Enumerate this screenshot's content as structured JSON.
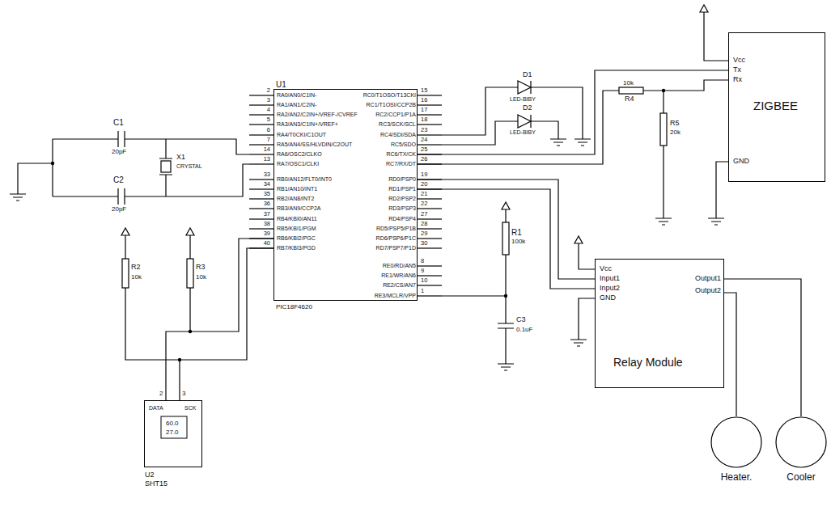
{
  "diagram": {
    "nodes": [
      {
        "text": [
          "U1",
          "PIC18F4620",
          "RA0/AN0/C1IN-",
          "RA1/AN1/C2IN-",
          "RA2/AN2/C2IN+/VREF-/CVREF",
          "RA3/AN3/C1IN+/VREF+",
          "RA4/T0CKI/C1OUT",
          "RA5/AN4/SS/HLVDIN/C2OUT",
          "RA6/OSC2/CLKO",
          "RA7/OSC1/CLKI",
          "RB0/AN12/FLT0/INT0",
          "RB1/AN10/INT1",
          "RB2/AN8/INT2",
          "RB3/AN9/CCP2A",
          "RB4/KBI0/AN11",
          "RB5/KBI1/PGM",
          "RB6/KBI2/PGC",
          "RB7/KBI3/PGD",
          "RC0/T1OSO/T13CKI",
          "RC1/T1OSI/CCP2B",
          "RC2/CCP1/P1A",
          "RC3/SCK/SCL",
          "RC4/SDI/SDA",
          "RC5/SDO",
          "RC6/TX/CK",
          "RC7/RX/DT",
          "RD0/PSP0",
          "RD1/PSP1",
          "RD2/PSP2",
          "RD3/PSP3",
          "RD4/PSP4",
          "RD5/PSP5/P1B",
          "RD6/PSP6/P1C",
          "RD7/PSP7/P1D",
          "RE0/RD/AN5",
          "RE1/WR/AN6",
          "RE2/CS/AN7",
          "RE3/MCLR/VPP"
        ]
      },
      {
        "text": [
          "Vcc",
          "Tx",
          "Rx",
          "GND",
          "ZIGBEE"
        ]
      },
      {
        "text": [
          "Vcc",
          "Input1",
          "Input2",
          "GND",
          "Output1",
          "Output2",
          "Relay Module"
        ]
      },
      {
        "text": [
          "DATA",
          "SCK",
          "60.0",
          "27.0",
          "U2",
          "SHT15"
        ]
      },
      {
        "text": [
          "Heater."
        ]
      },
      {
        "text": [
          "Cooler"
        ]
      }
    ],
    "edges": [
      {
        "from": 0,
        "to": 1,
        "arrow": "none"
      },
      {
        "from": 0,
        "to": 1,
        "arrow": "none"
      },
      {
        "from": 0,
        "to": 2,
        "arrow": "none"
      },
      {
        "from": 0,
        "to": 2,
        "arrow": "none"
      },
      {
        "from": 0,
        "to": 3,
        "arrow": "none"
      },
      {
        "from": 0,
        "to": 3,
        "arrow": "none"
      },
      {
        "from": 2,
        "to": 4,
        "arrow": "none"
      },
      {
        "from": 2,
        "to": 5,
        "arrow": "none"
      }
    ],
    "labels": [
      "D1",
      "LED-BIBY",
      "D2",
      "LED-BIBY",
      "R4",
      "10k",
      "R5",
      "20k",
      "C1",
      "20pF",
      "C2",
      "20pF",
      "X1",
      "CRYSTAL",
      "R1",
      "100k",
      "C3",
      "0.1uF",
      "R2",
      "10k",
      "R3",
      "10k",
      "2",
      "3",
      "2",
      "3",
      "4",
      "5",
      "6",
      "7",
      "14",
      "13",
      "33",
      "34",
      "35",
      "36",
      "37",
      "38",
      "39",
      "40",
      "15",
      "16",
      "17",
      "18",
      "23",
      "24",
      "25",
      "26",
      "19",
      "20",
      "21",
      "22",
      "27",
      "28",
      "29",
      "30",
      "8",
      "9",
      "10",
      "1"
    ]
  }
}
